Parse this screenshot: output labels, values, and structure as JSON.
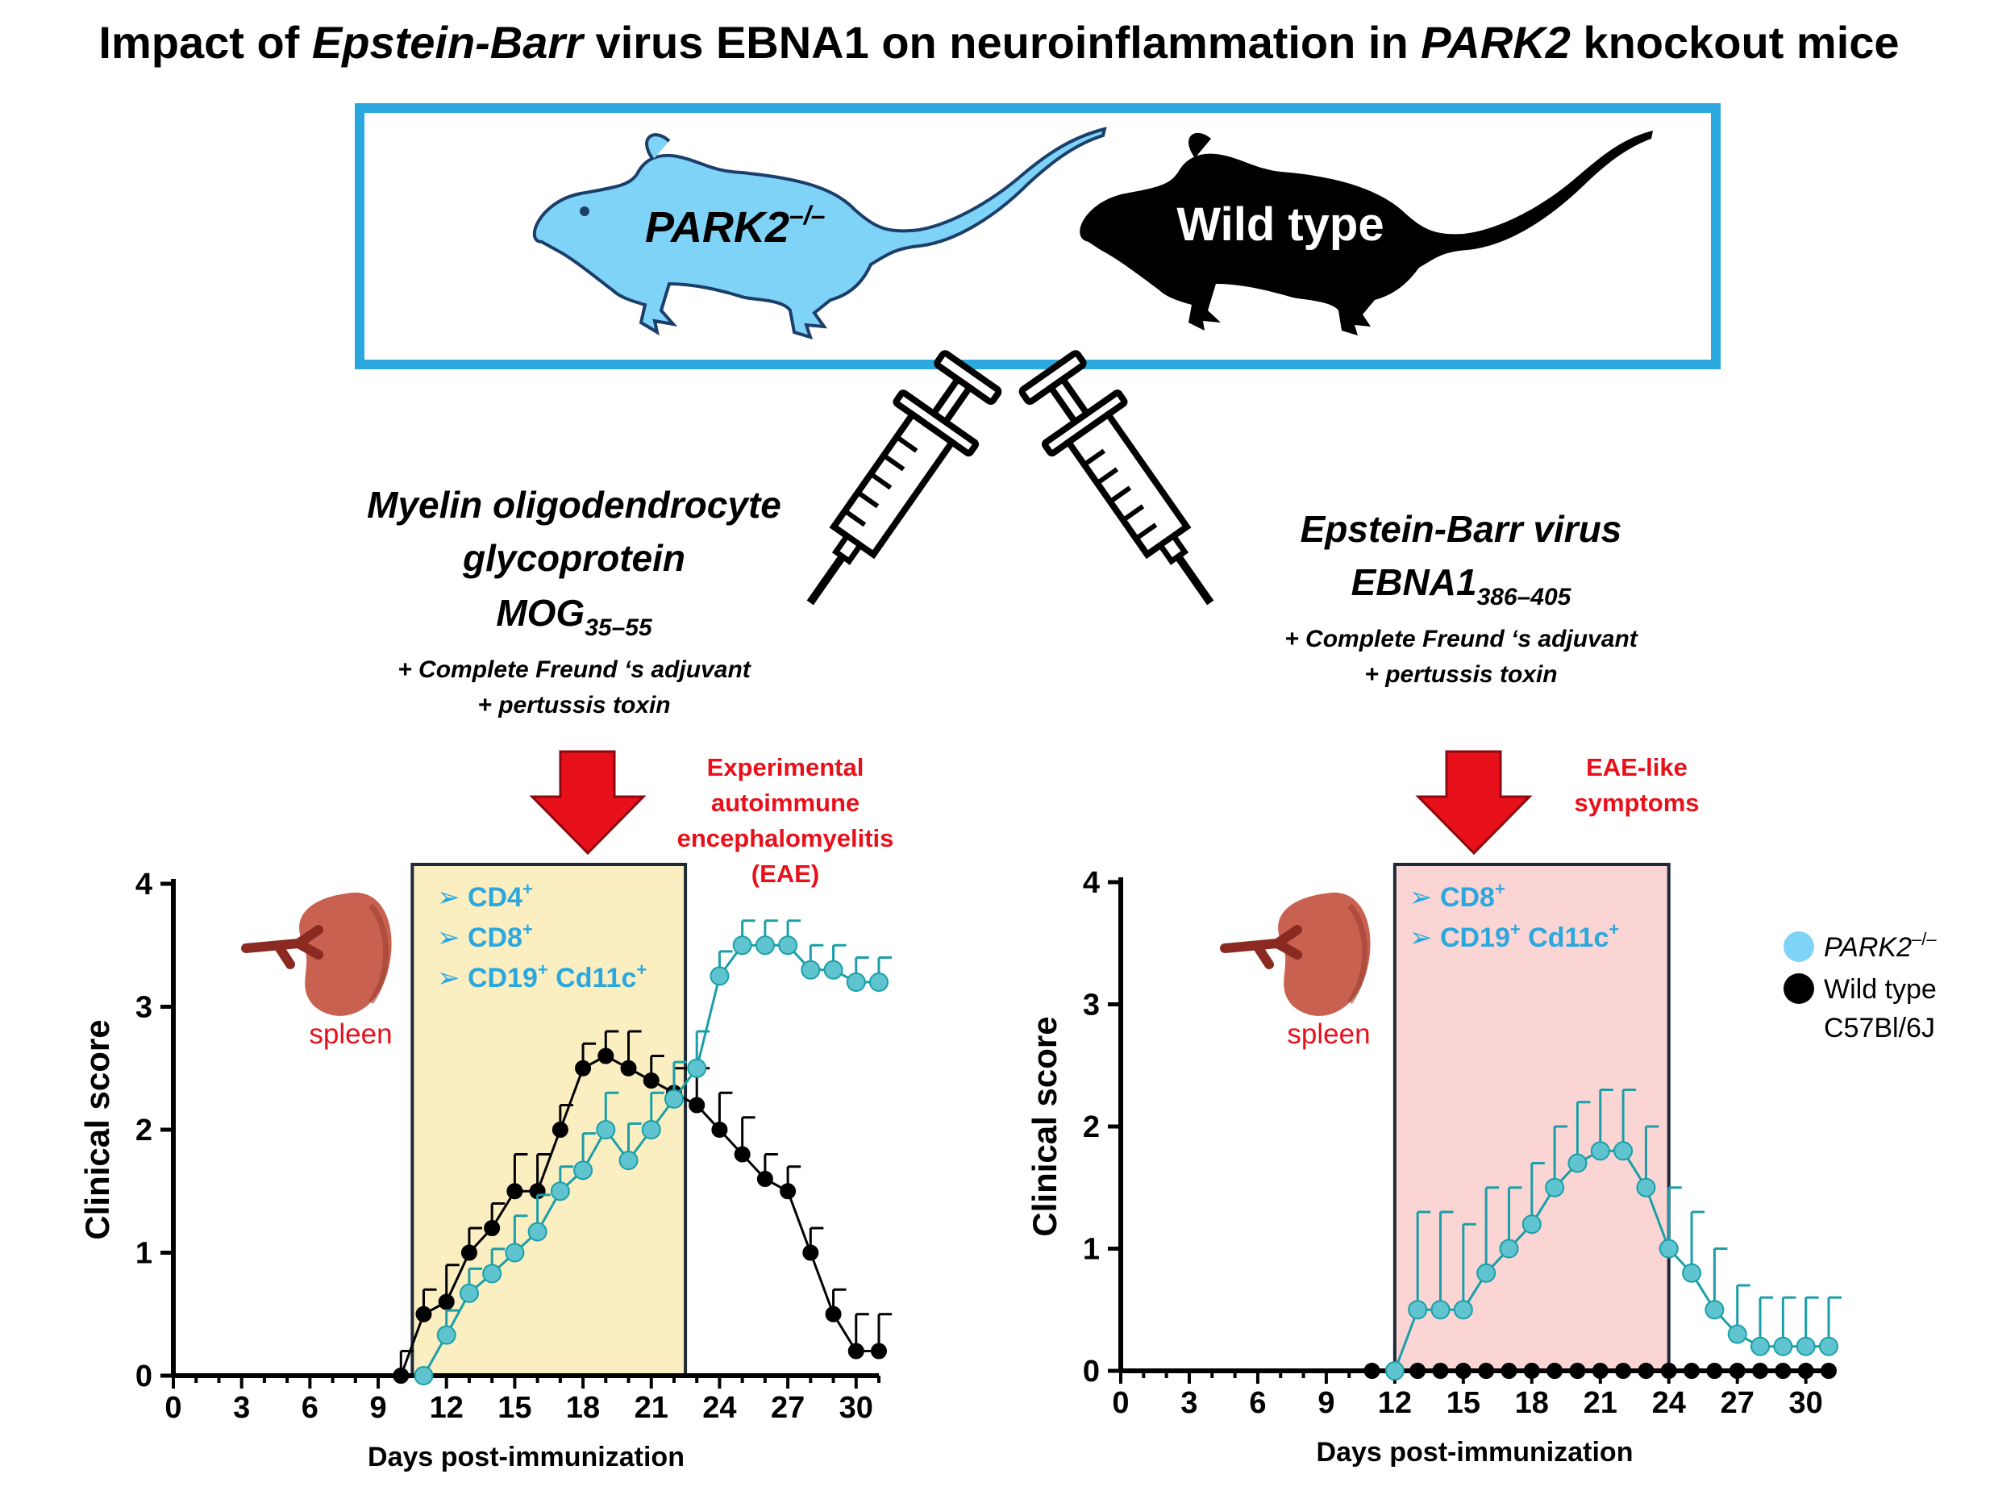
{
  "title": {
    "part1": "Impact of ",
    "part2_italic": "Epstein-Barr",
    "part3": " virus EBNA1 on neuroinflammation in ",
    "part4_italic": "PARK2",
    "part5": " knockout mice"
  },
  "colors": {
    "accent_blue": "#2aa8de",
    "mouse_blue": "#7fd3f7",
    "teal_series": "#1a9fa8",
    "teal_fill": "#5fc4cf",
    "red": "#e8101a",
    "yellow_box": "#fbeec0",
    "pink_box": "#fbd4d4",
    "cell_text": "#2aa8de",
    "spleen": "#c25a4e"
  },
  "mice": {
    "knockout_label": "PARK2",
    "knockout_sup": "–/–",
    "wildtype_label": "Wild type"
  },
  "left_immunization": {
    "line1": "Myelin oligodendrocyte",
    "line2": "glycoprotein",
    "line3": "MOG",
    "line3_sub": "35–55",
    "adjuvant": "+ Complete Freund ‘s adjuvant",
    "toxin": "+ pertussis toxin"
  },
  "right_immunization": {
    "line1": "Epstein-Barr virus",
    "line2": "EBNA1",
    "line2_sub": "386–405",
    "adjuvant": "+ Complete Freund ‘s adjuvant",
    "toxin": "+ pertussis toxin"
  },
  "outcomes": {
    "left_line1": "Experimental",
    "left_line2": "autoimmune",
    "left_line3": "encephalomyelitis",
    "left_line4": "(EAE)",
    "right_line1": "EAE-like",
    "right_line2": "symptoms"
  },
  "spleen_label": "spleen",
  "cells_left": [
    {
      "name": "CD4",
      "sup": "+"
    },
    {
      "name": "CD8",
      "sup": "+"
    },
    {
      "name": "CD19",
      "sup": "+",
      "name2": " Cd11c",
      "sup2": "+"
    }
  ],
  "cells_right": [
    {
      "name": "CD8",
      "sup": "+"
    },
    {
      "name": "CD19",
      "sup": "+",
      "name2": " Cd11c",
      "sup2": "+"
    }
  ],
  "legend": {
    "ko_label": "PARK2",
    "ko_sup": "–/–",
    "wt_line1": "Wild type",
    "wt_line2": "C57Bl/6J"
  },
  "chart_data": [
    {
      "type": "line",
      "xlabel": "Days post-immunization",
      "ylabel": "Clinical score",
      "xlim": [
        0,
        31
      ],
      "ylim": [
        0,
        4
      ],
      "xticks": [
        0,
        3,
        6,
        9,
        12,
        15,
        18,
        21,
        24,
        27,
        30
      ],
      "yticks": [
        0,
        1,
        2,
        3,
        4
      ],
      "highlight_range": [
        10.5,
        22.5
      ],
      "series": [
        {
          "name": "Wild type C57Bl/6J",
          "x": [
            10,
            11,
            12,
            13,
            14,
            15,
            16,
            17,
            18,
            19,
            20,
            21,
            22,
            23,
            24,
            25,
            26,
            27,
            28,
            29,
            30,
            31
          ],
          "values": [
            0,
            0.5,
            0.6,
            1.0,
            1.2,
            1.5,
            1.5,
            2.0,
            2.5,
            2.6,
            2.5,
            2.4,
            2.3,
            2.2,
            2.0,
            1.8,
            1.6,
            1.5,
            1.0,
            0.5,
            0.2,
            0.2
          ],
          "error": [
            0.2,
            0.2,
            0.3,
            0.2,
            0.2,
            0.3,
            0.3,
            0.2,
            0.2,
            0.2,
            0.3,
            0.2,
            0.2,
            0.3,
            0.3,
            0.3,
            0.2,
            0.2,
            0.2,
            0.2,
            0.3,
            0.3
          ]
        },
        {
          "name": "PARK2–/–",
          "x": [
            11,
            12,
            13,
            14,
            15,
            16,
            17,
            18,
            19,
            20,
            21,
            22,
            23,
            24,
            25,
            26,
            27,
            28,
            29,
            30,
            31
          ],
          "values": [
            0,
            0.33,
            0.67,
            0.83,
            1.0,
            1.17,
            1.5,
            1.67,
            2.0,
            1.75,
            2.0,
            2.25,
            2.5,
            3.25,
            3.5,
            3.5,
            3.5,
            3.3,
            3.3,
            3.2,
            3.2
          ],
          "error": [
            0,
            0.2,
            0.2,
            0.2,
            0.3,
            0.3,
            0.2,
            0.3,
            0.3,
            0.3,
            0.3,
            0.3,
            0.3,
            0.2,
            0.2,
            0.2,
            0.2,
            0.2,
            0.2,
            0.2,
            0.2
          ]
        }
      ]
    },
    {
      "type": "line",
      "xlabel": "Days post-immunization",
      "ylabel": "Clinical score",
      "xlim": [
        0,
        31
      ],
      "ylim": [
        0,
        4
      ],
      "xticks": [
        0,
        3,
        6,
        9,
        12,
        15,
        18,
        21,
        24,
        27,
        30
      ],
      "yticks": [
        0,
        1,
        2,
        3,
        4
      ],
      "highlight_range": [
        12,
        24
      ],
      "series": [
        {
          "name": "Wild type C57Bl/6J",
          "x": [
            11,
            12,
            13,
            14,
            15,
            16,
            17,
            18,
            19,
            20,
            21,
            22,
            23,
            24,
            25,
            26,
            27,
            28,
            29,
            30,
            31
          ],
          "values": [
            0,
            0,
            0,
            0,
            0,
            0,
            0,
            0,
            0,
            0,
            0,
            0,
            0,
            0,
            0,
            0,
            0,
            0,
            0,
            0,
            0
          ],
          "error": [
            0,
            0,
            0,
            0,
            0,
            0,
            0,
            0,
            0,
            0,
            0,
            0,
            0,
            0,
            0,
            0,
            0,
            0,
            0,
            0,
            0
          ]
        },
        {
          "name": "PARK2–/–",
          "x": [
            12,
            13,
            14,
            15,
            16,
            17,
            18,
            19,
            20,
            21,
            22,
            23,
            24,
            25,
            26,
            27,
            28,
            29,
            30,
            31
          ],
          "values": [
            0,
            0.5,
            0.5,
            0.5,
            0.8,
            1.0,
            1.2,
            1.5,
            1.7,
            1.8,
            1.8,
            1.5,
            1.0,
            0.8,
            0.5,
            0.3,
            0.2,
            0.2,
            0.2,
            0.2
          ],
          "error": [
            0,
            0.8,
            0.8,
            0.7,
            0.7,
            0.5,
            0.5,
            0.5,
            0.5,
            0.5,
            0.5,
            0.5,
            0.5,
            0.5,
            0.5,
            0.4,
            0.4,
            0.4,
            0.4,
            0.4
          ]
        }
      ]
    }
  ]
}
